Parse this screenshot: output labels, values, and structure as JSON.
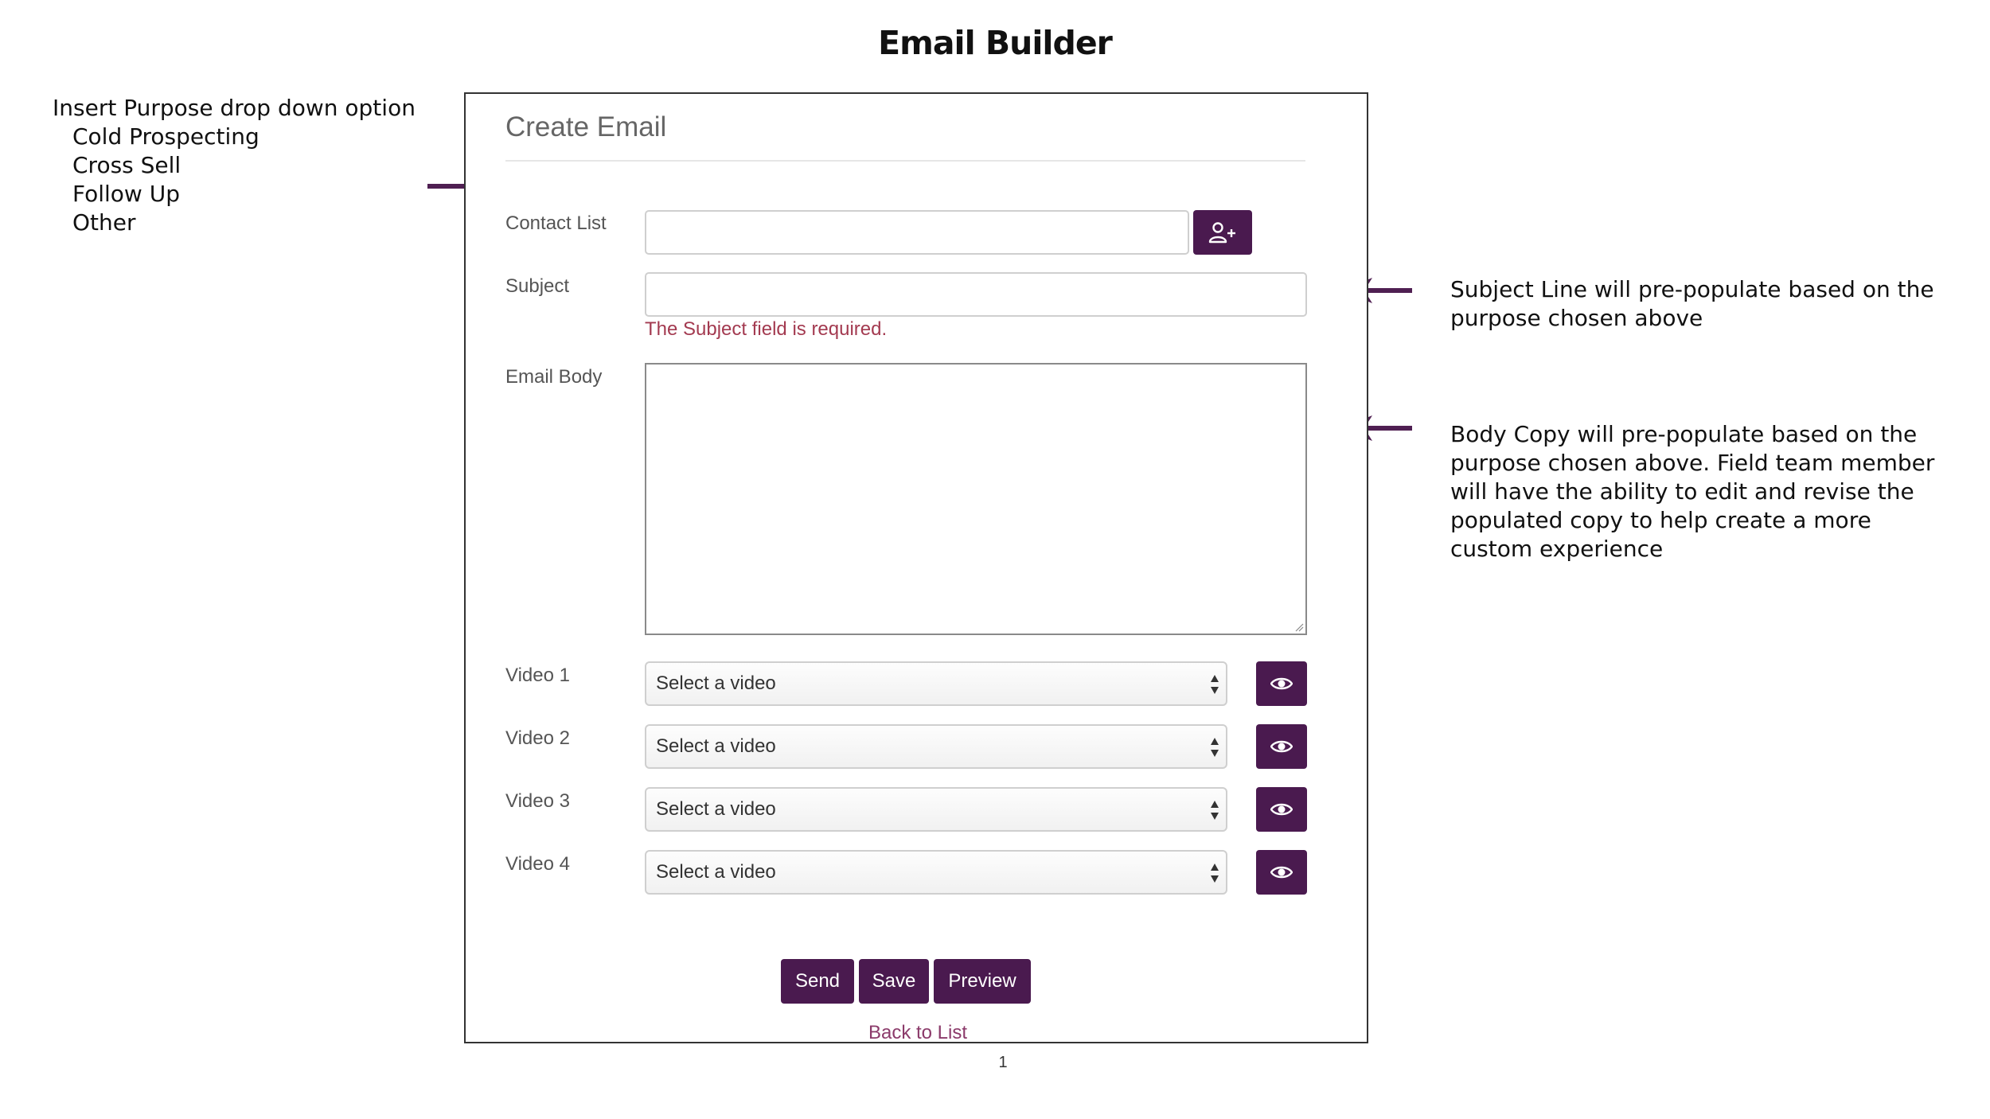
{
  "page_title": "Email Builder",
  "purpose_note": {
    "heading": "Insert Purpose drop down option",
    "options": [
      "Cold Prospecting",
      "Cross Sell",
      "Follow Up",
      "Other"
    ]
  },
  "subject_note": "Subject Line will pre-populate based on the purpose chosen above",
  "body_note": "Body Copy will pre-populate based on the purpose chosen above. Field team member will have the ability to edit and revise the populated copy to help create a more custom experience",
  "form": {
    "title": "Create Email",
    "contact_list_label": "Contact List",
    "contact_list_value": "",
    "subject_label": "Subject",
    "subject_value": "",
    "subject_error": "The Subject field is required.",
    "email_body_label": "Email Body",
    "email_body_value": "",
    "videos": [
      {
        "label": "Video 1",
        "selected": "Select a video"
      },
      {
        "label": "Video 2",
        "selected": "Select a video"
      },
      {
        "label": "Video 3",
        "selected": "Select a video"
      },
      {
        "label": "Video 4",
        "selected": "Select a video"
      }
    ],
    "actions": {
      "send": "Send",
      "save": "Save",
      "preview": "Preview"
    },
    "back_link": "Back to List"
  },
  "page_number": "1",
  "colors": {
    "accent": "#4a1a4f",
    "error": "#a33a50",
    "link": "#8b3a6a",
    "arrow": "#4f1f52"
  },
  "icons": {
    "add_contact": "add-user-icon",
    "preview_video": "eye-icon",
    "annotation_arrow": "arrow-icon"
  }
}
